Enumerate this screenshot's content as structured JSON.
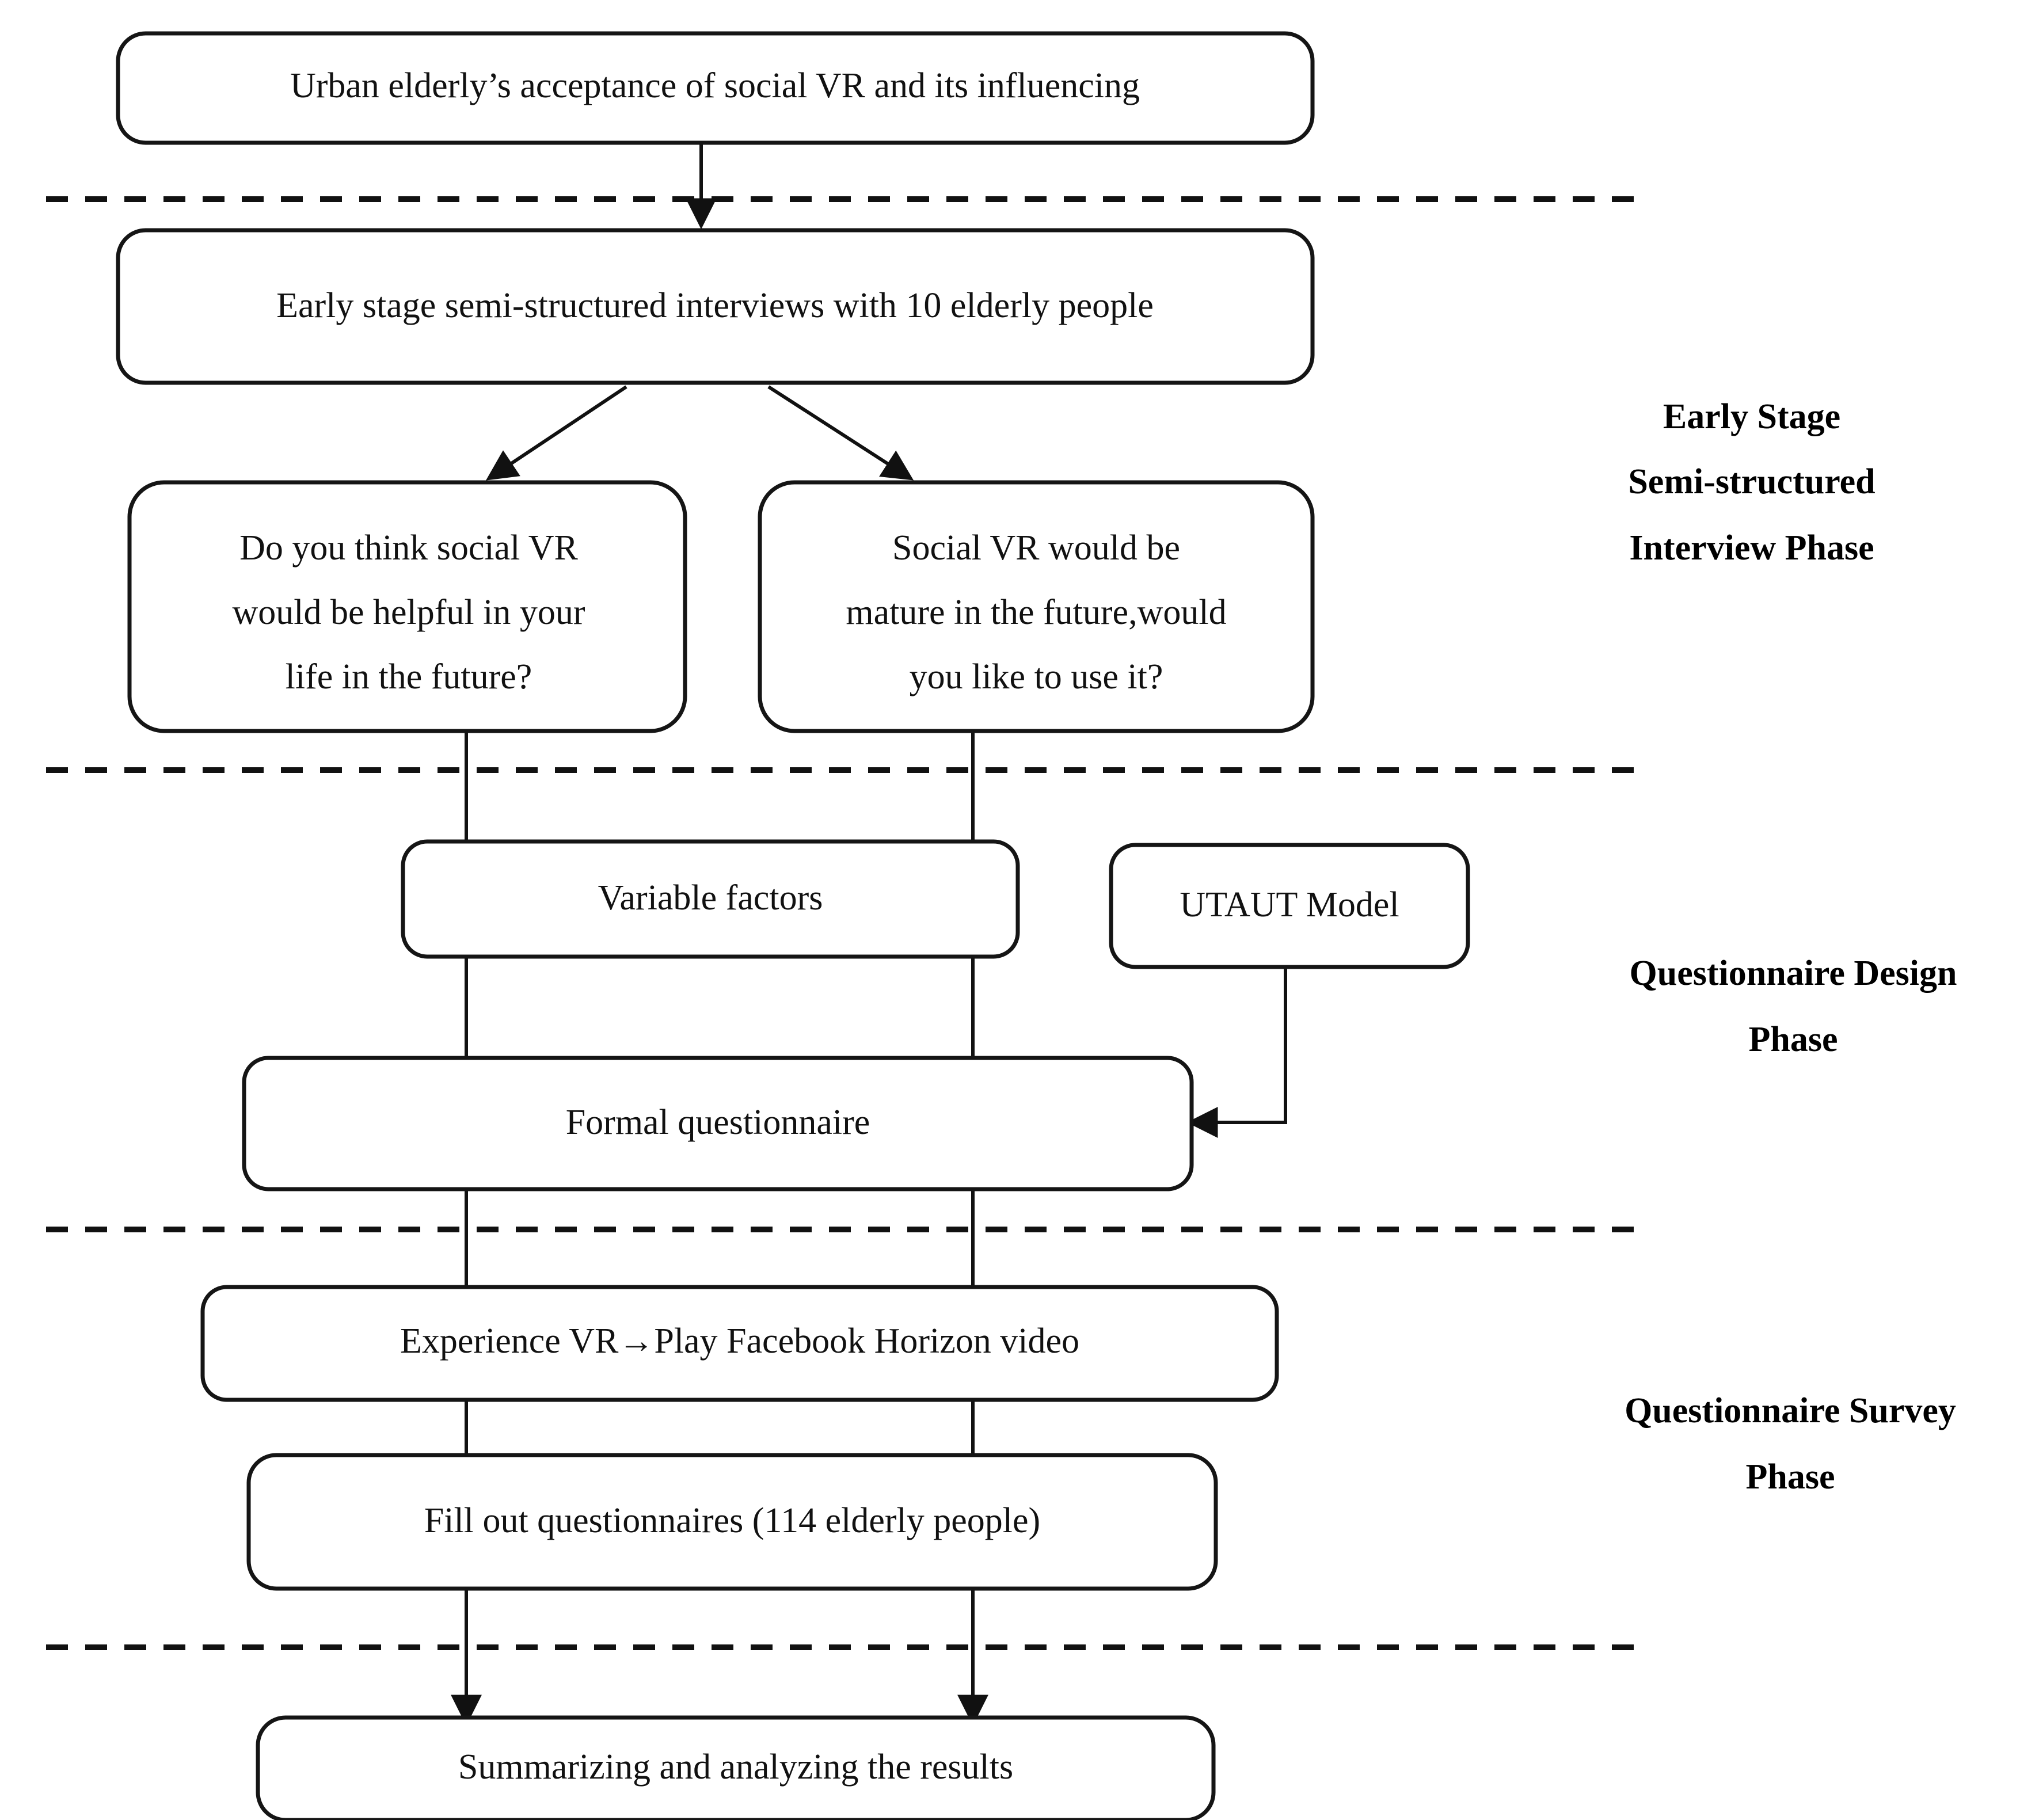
{
  "diagram": {
    "title": "Research flow diagram",
    "background_color": "#ffffff",
    "line_color": "#111111",
    "nodes": {
      "topic": "Urban elderly’s acceptance of social VR and its influencing",
      "interviews": "Early stage semi-structured interviews with 10 elderly people",
      "question_left_line1": "Do you think social VR",
      "question_left_line2": "would be helpful in your",
      "question_left_line3": "life in the future?",
      "question_right_line1": "Social VR would be",
      "question_right_line2": "mature in the future,would",
      "question_right_line3": "you like to use it?",
      "variable_factors": "Variable factors",
      "utaut_model": "UTAUT Model",
      "formal_questionnaire": "Formal questionnaire",
      "experience_vr": "Experience VR→Play Facebook Horizon video",
      "fill_questionnaires": "Fill out questionnaires (114 elderly people)",
      "summarize": "Summarizing and analyzing the results"
    },
    "phase_labels": {
      "phase1_line1": "Early Stage",
      "phase1_line2": "Semi-structured",
      "phase1_line3": "Interview Phase",
      "phase2_line1": "Questionnaire Design",
      "phase2_line2": "Phase",
      "phase3_line1": "Questionnaire Survey",
      "phase3_line2": "Phase"
    }
  }
}
